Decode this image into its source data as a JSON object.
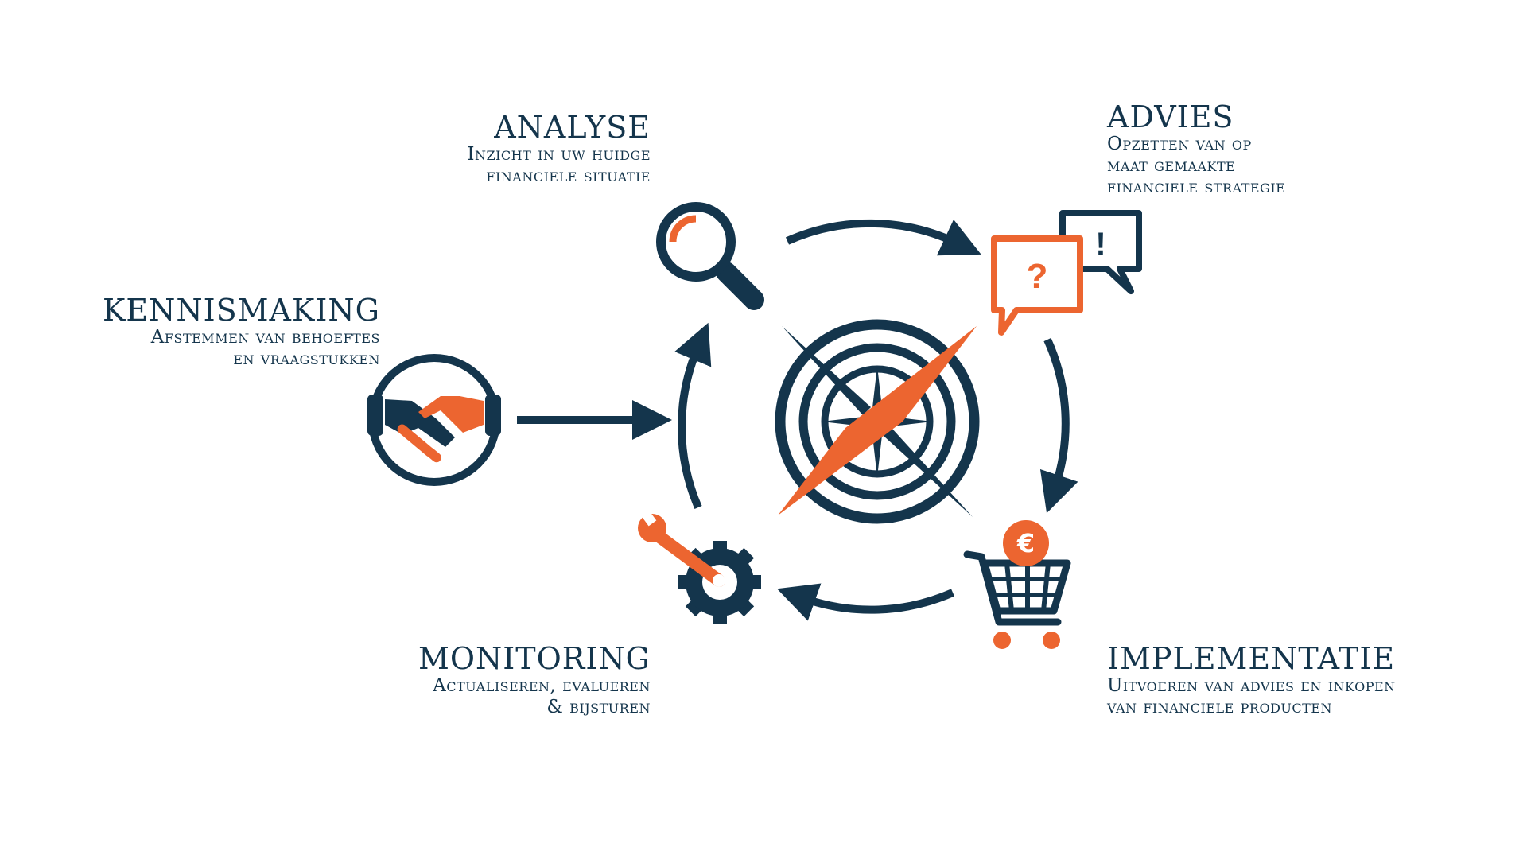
{
  "colors": {
    "navy": "#14354c",
    "orange": "#ec6530",
    "white": "#ffffff"
  },
  "stages": {
    "kennismaking": {
      "title": "KENNISMAKING",
      "line1": "Afstemmen van behoeftes",
      "line2": "en vraagstukken",
      "icon": "handshake-icon"
    },
    "analyse": {
      "title": "ANALYSE",
      "line1": "Inzicht in uw huidge",
      "line2": "financiele situatie",
      "icon": "magnifier-icon"
    },
    "advies": {
      "title": "ADVIES",
      "line1": "Opzetten van op",
      "line2": "maat gemaakte",
      "line3": "financiele strategie",
      "icon": "speech-bubbles-icon"
    },
    "implementatie": {
      "title": "IMPLEMENTATIE",
      "line1": "Uitvoeren van advies en inkopen",
      "line2": "van financiele producten",
      "icon": "shopping-cart-euro-icon"
    },
    "monitoring": {
      "title": "MONITORING",
      "line1": "Actualiseren, evalueren",
      "line2": "& bijsturen",
      "icon": "wrench-gear-icon"
    }
  },
  "icon_glyphs": {
    "question": "?",
    "exclamation": "!",
    "euro": "€"
  },
  "center_icon": "compass-icon"
}
